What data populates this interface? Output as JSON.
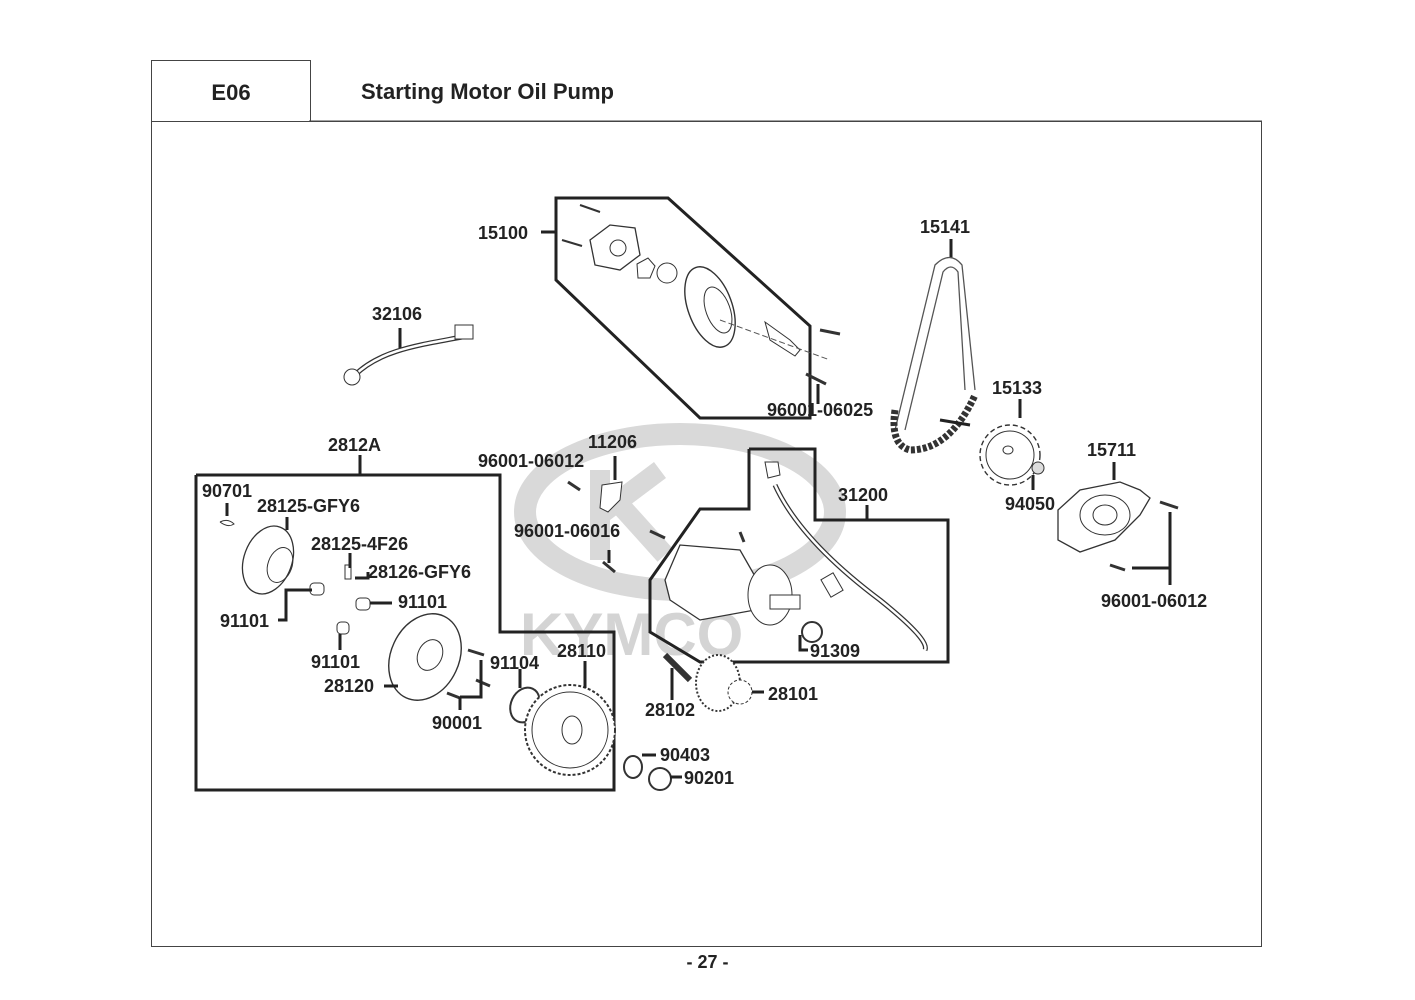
{
  "header": {
    "section_code": "E06",
    "title": "Starting Motor  Oil Pump"
  },
  "watermark": "KYMCO",
  "page_number": "- 27 -",
  "parts": {
    "p15100": "15100",
    "p32106": "32106",
    "p15141": "15141",
    "p96001_06025": "96001-06025",
    "p15133": "15133",
    "p15711": "15711",
    "p94050": "94050",
    "p96001_06012_right": "96001-06012",
    "p2812A": "2812A",
    "p90701": "90701",
    "p28125_GFY6": "28125-GFY6",
    "p28125_4F26": "28125-4F26",
    "p28126_GFY6": "28126-GFY6",
    "p91101_a": "91101",
    "p91101_b": "91101",
    "p91101_c": "91101",
    "p28120": "28120",
    "p91104": "91104",
    "p90001": "90001",
    "p28110": "28110",
    "p11206": "11206",
    "p96001_06012_mid": "96001-06012",
    "p96001_06016": "96001-06016",
    "p31200": "31200",
    "p91309": "91309",
    "p28102": "28102",
    "p28101": "28101",
    "p90403": "90403",
    "p90201": "90201"
  }
}
